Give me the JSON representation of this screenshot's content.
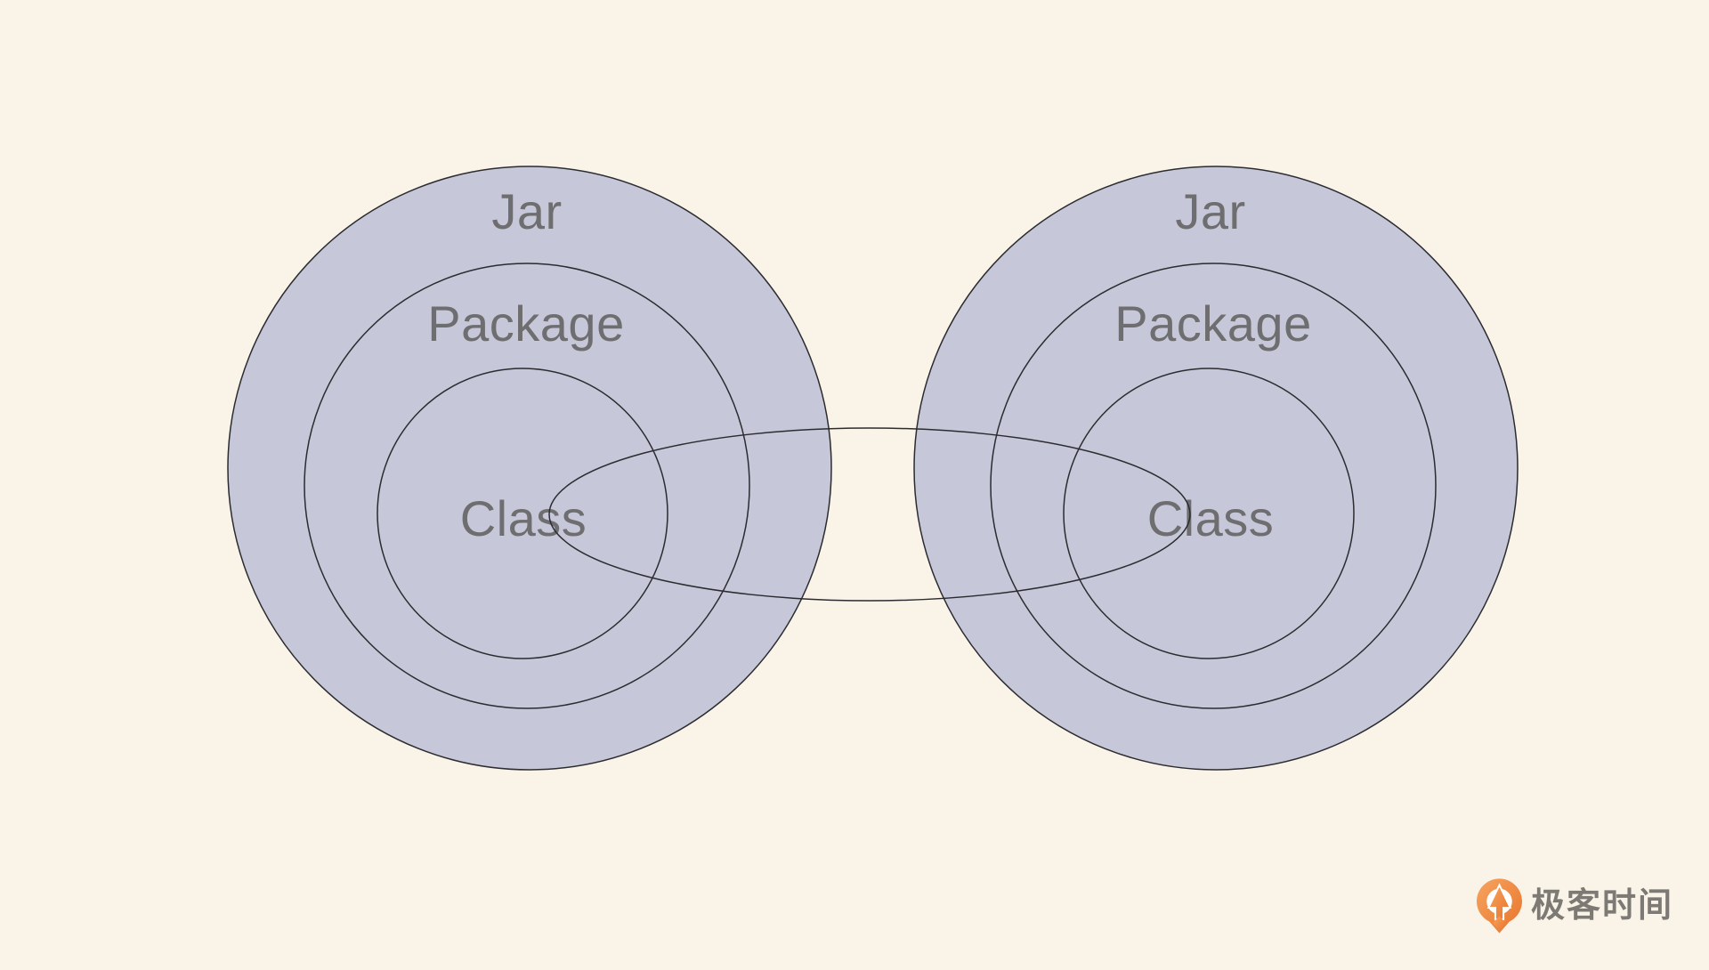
{
  "page": {
    "type": "presentation-slide-diagram",
    "background_color": "#faf4e8"
  },
  "diagram": {
    "kind": "nested-circles-with-connector-ellipse",
    "circle_fill": "#c6c7d8",
    "line_color": "#2b2b30",
    "label_color": "#6e6e70",
    "left_group": {
      "outer_label": "Jar",
      "middle_label": "Package",
      "inner_label": "Class"
    },
    "right_group": {
      "outer_label": "Jar",
      "middle_label": "Package",
      "inner_label": "Class"
    },
    "connector": {
      "shape": "ellipse",
      "links": "left Class to right Class"
    }
  },
  "logo": {
    "text": "极客时间",
    "text_color": "#7d7a75",
    "icon": "geektime-pin-icon",
    "icon_color": "#ec7d33"
  }
}
